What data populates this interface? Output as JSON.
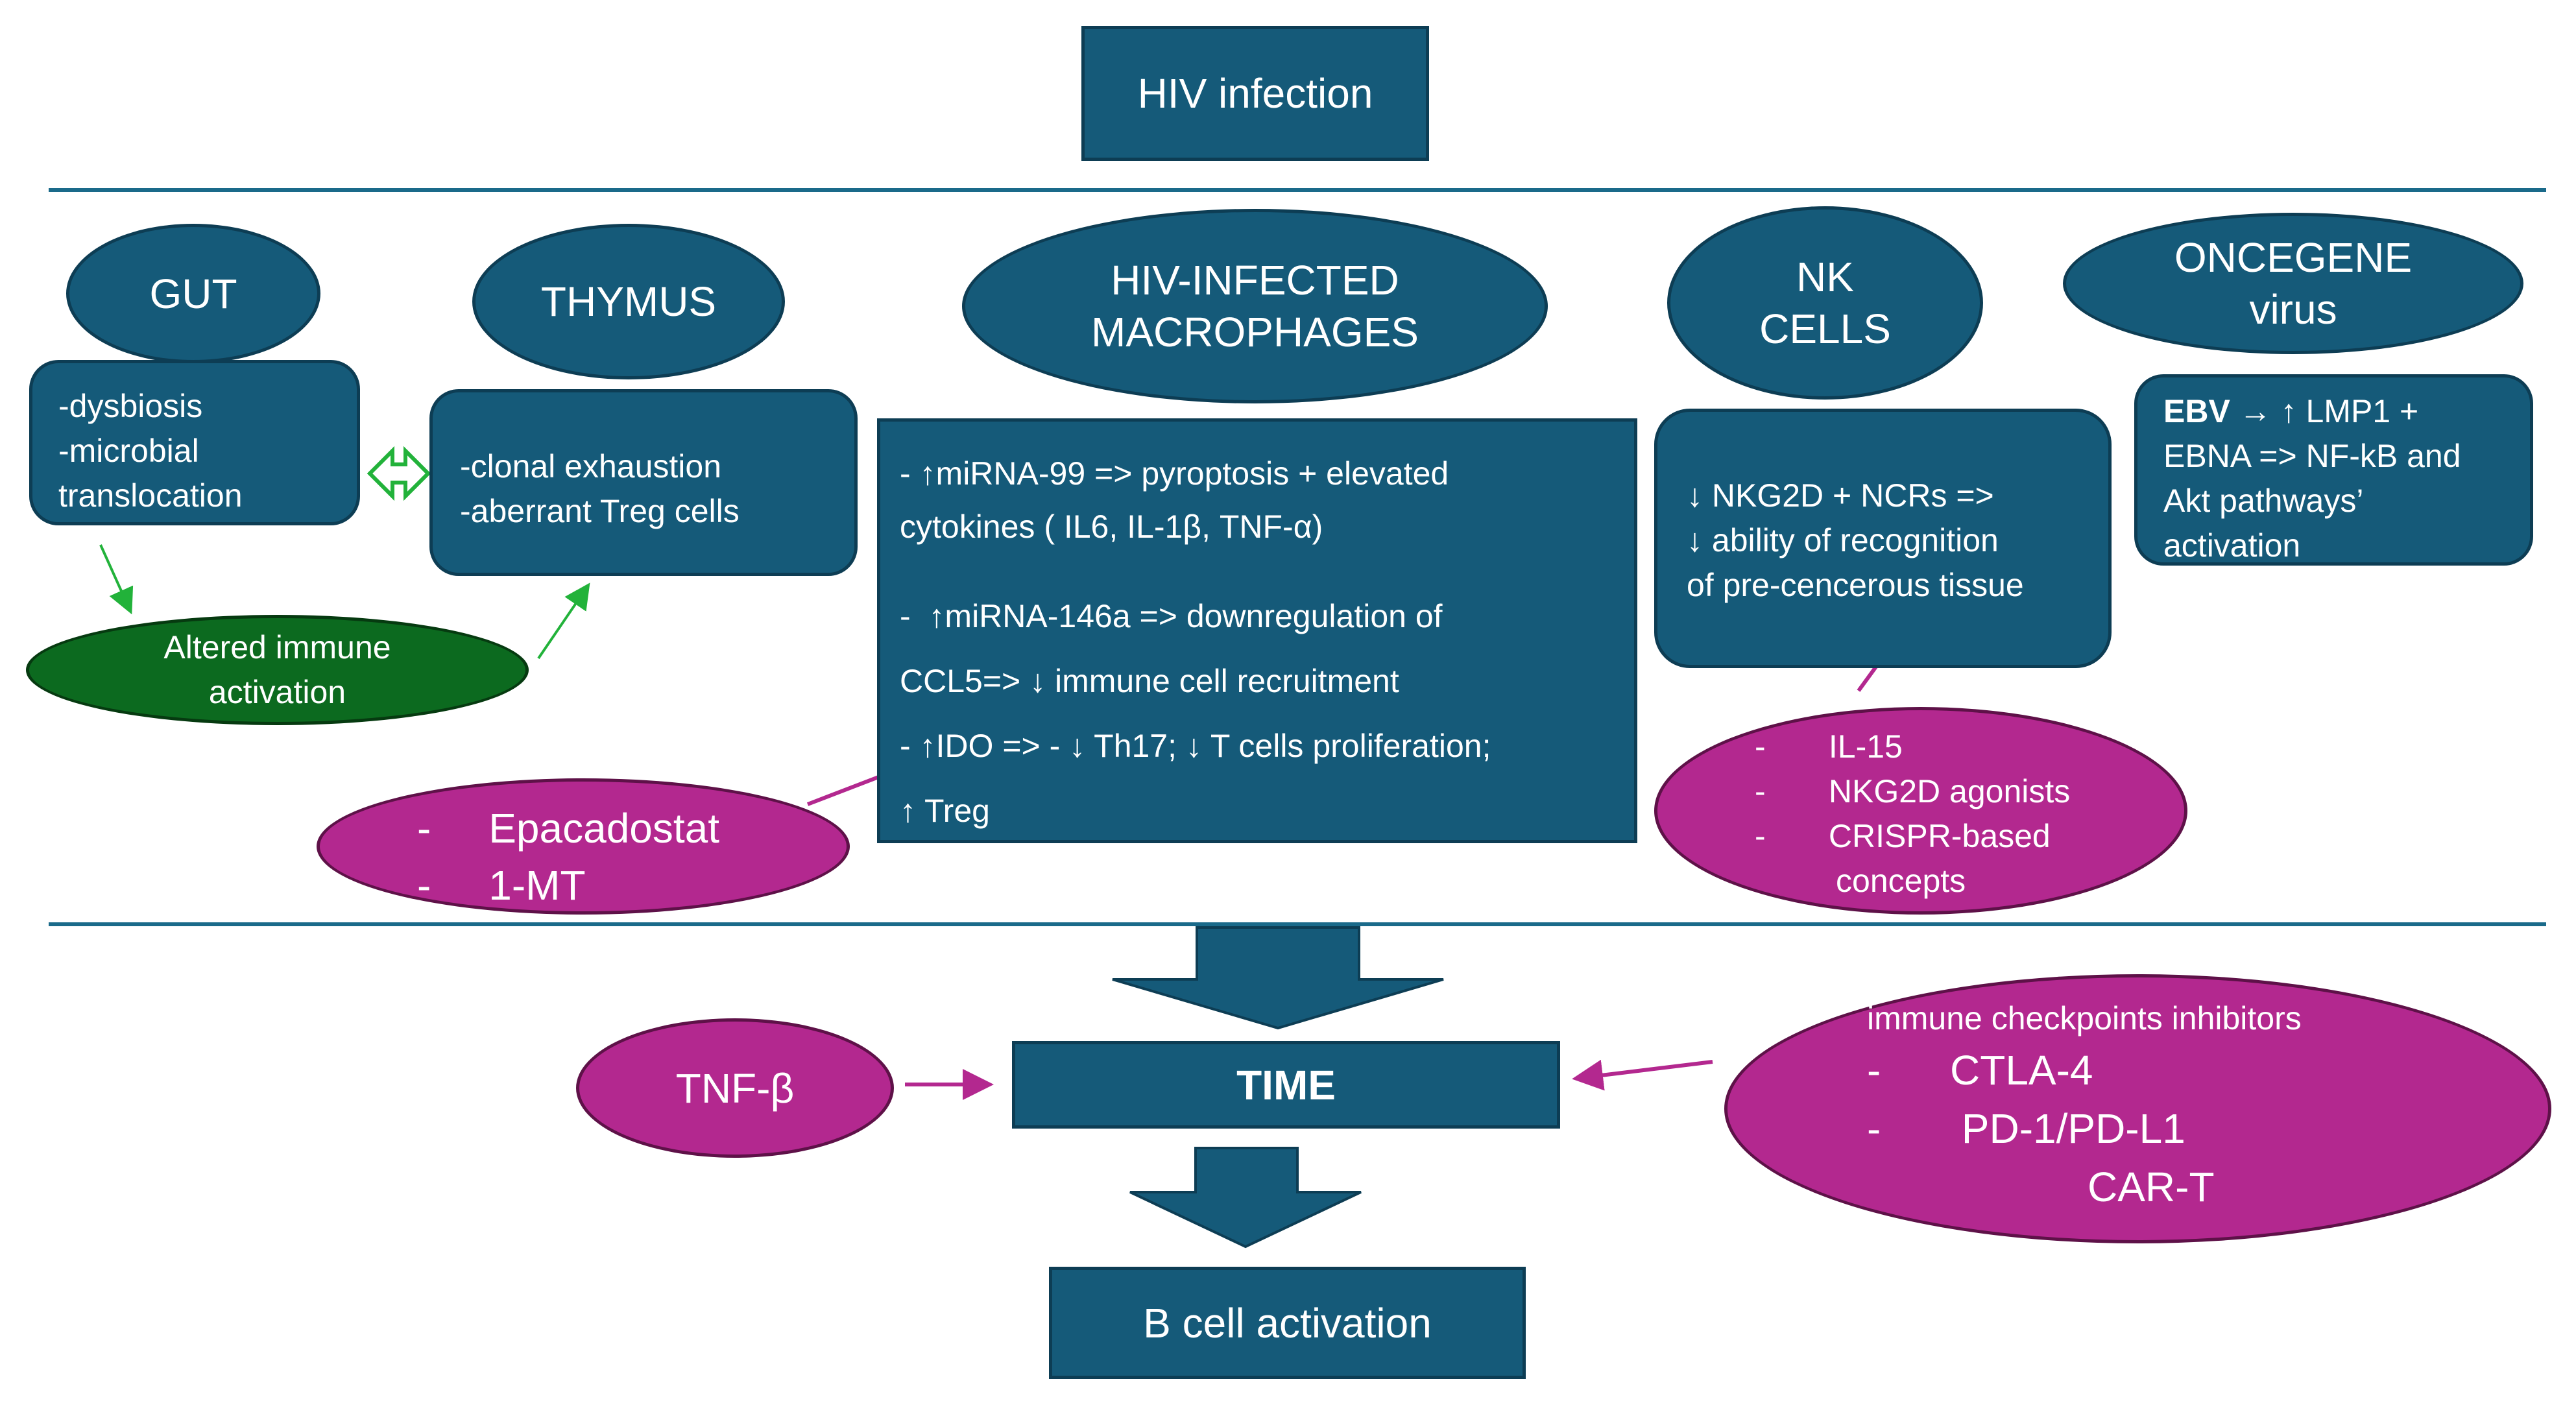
{
  "header": {
    "title": "HIV infection"
  },
  "organs": {
    "gut": "GUT",
    "thymus": "THYMUS",
    "macrophages": [
      "HIV-INFECTED",
      "MACROPHAGES"
    ],
    "nk": [
      "NK",
      "CELLS"
    ],
    "oncogene": [
      "ONCEGENE",
      "virus"
    ]
  },
  "gut_box": [
    "-dysbiosis",
    "-microbial",
    "translocation"
  ],
  "thymus_box": [
    "-clonal exhaustion",
    "-aberrant Treg cells"
  ],
  "altered": [
    "Altered immune",
    "activation"
  ],
  "macro_box": [
    "- ↑miRNA-99 => pyroptosis + elevated",
    "cytokines ( IL6, IL-1β, TNF-α)",
    "",
    "-  ↑miRNA-146a => downregulation of",
    "CCL5=> ↓ immune cell recruitment",
    "- ↑IDO => - ↓ Th17; ↓ T cells proliferation;",
    "↑ Treg"
  ],
  "nk_box": [
    "↓ NKG2D + NCRs =>",
    "↓ ability of recognition",
    "of pre-cencerous tissue"
  ],
  "ebv_box": {
    "bold": "EBV",
    "lines": [
      " → ↑ LMP1 +",
      "EBNA => NF-kB and",
      "Akt pathways’",
      "activation"
    ]
  },
  "drugs_ido": [
    "-     Epacadostat",
    "-     1-MT"
  ],
  "drugs_nk": [
    "-       IL-15",
    "-       NKG2D agonists",
    "-       CRISPR-based",
    "         concepts"
  ],
  "tnf": "TNF-β",
  "time": "TIME",
  "checkpoints": {
    "title": "immune checkpoints inhibitors",
    "items": [
      "-      CTLA-4",
      "-       PD-1/PD-L1",
      "CAR-T"
    ]
  },
  "outcome": "B cell activation",
  "colors": {
    "navy": "#155a79",
    "navy_border": "#0d3d54",
    "magenta": "#b3288f",
    "green": "#0c6a1f",
    "rule": "#1a6a8a"
  }
}
